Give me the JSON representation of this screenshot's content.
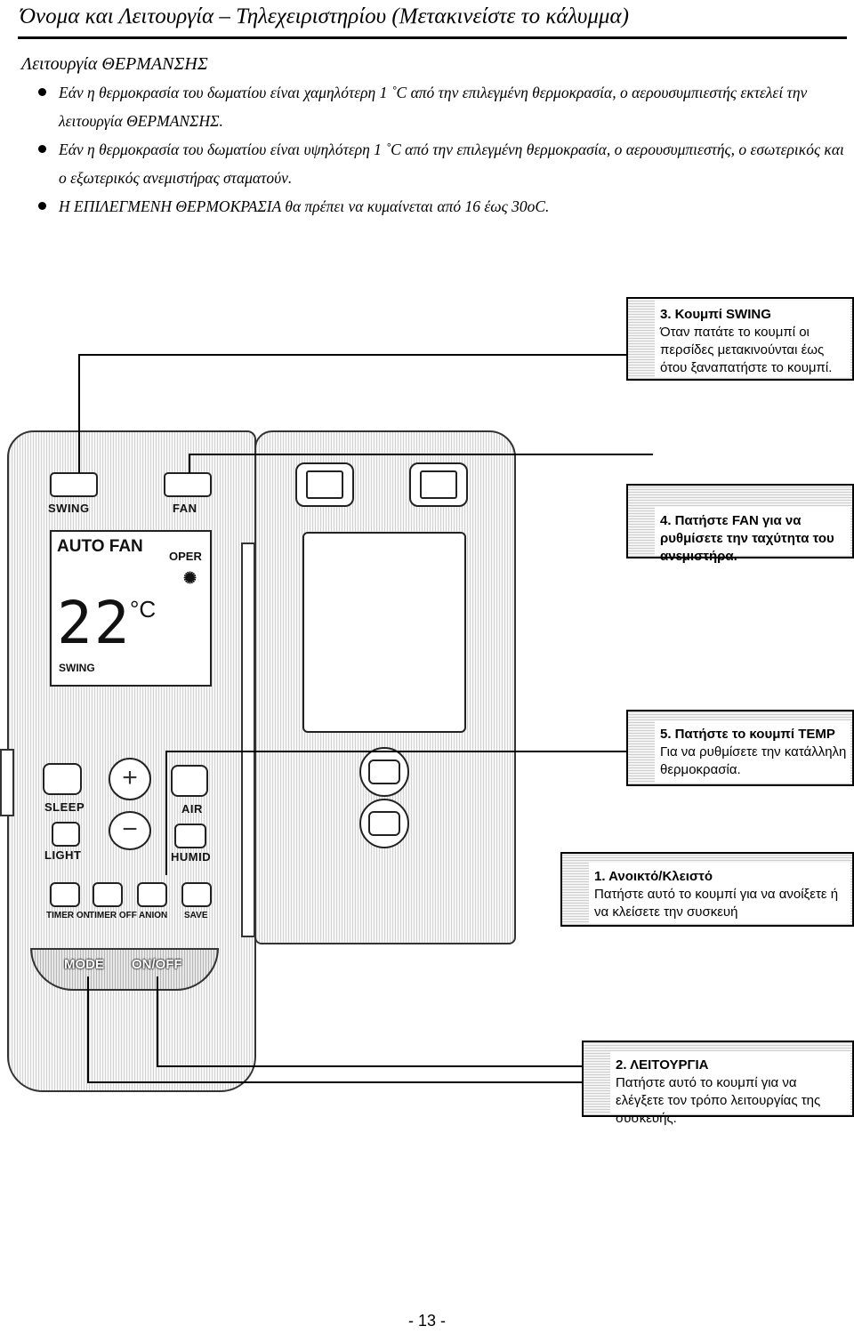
{
  "header": {
    "title": "Όνομα και Λειτουργία – Τηλεχειριστηρίου (Μετακινείστε το κάλυμμα)",
    "subtitle": "Λειτουργία ΘΕΡΜΑΝΣΗΣ"
  },
  "bullets": [
    "Εάν η θερμοκρασία του δωματίου είναι χαμηλότερη 1 ˚C από την επιλεγμένη θερμοκρασία, ο αερουσυμπιεστής εκτελεί την λειτουργία ΘΕΡΜΑΝΣΗΣ.",
    "Εάν η θερμοκρασία του δωματίου είναι υψηλότερη 1 ˚C από την επιλεγμένη θερμοκρασία, ο αερουσυμπιεστής, ο εσωτερικός και ο εξωτερικός ανεμιστήρας σταματούν.",
    "Η ΕΠΙΛΕΓΜΕΝΗ ΘΕΡΜΟΚΡΑΣΙΑ θα πρέπει να κυμαίνεται από 16 έως 30oC."
  ],
  "remote": {
    "buttons": {
      "swing": "SWING",
      "fan": "FAN",
      "sleep": "SLEEP",
      "air": "AIR",
      "light": "LIGHT",
      "humid": "HUMID",
      "timer_on": "TIMER ON",
      "timer_off": "TIMER OFF",
      "anion": "ANION",
      "save": "SAVE",
      "mode": "MODE",
      "on_off": "ON/OFF",
      "plus": "+",
      "minus": "−"
    },
    "display": {
      "fan_mode": "AUTO FAN",
      "oper": "OPER",
      "temperature": "22",
      "unit": "°C",
      "swing": "SWING"
    }
  },
  "callouts": {
    "swing": {
      "heading": "3. Κουμπί SWING",
      "text": "Όταν πατάτε το κουμπί οι περσίδες μετακινούνται έως ότου ξαναπατήστε το κουμπί."
    },
    "fan": {
      "heading": "4. Πατήστε FAN για να ρυθμίσετε την ταχύτητα του ανεμιστήρα."
    },
    "temp": {
      "heading": "5. Πατήστε το κουμπί TEMP",
      "text": "Για να ρυθμίσετε την κατάλληλη θερμοκρασία."
    },
    "onoff": {
      "heading": "1. Ανοικτό/Κλειστό",
      "text": "Πατήστε αυτό το κουμπί για να ανοίξετε ή να κλείσετε την συσκευή"
    },
    "mode": {
      "heading": "2. ΛΕΙΤΟΥΡΓΙΑ",
      "text": "Πατήστε αυτό το κουμπί για να ελέγξετε τον τρόπο λειτουργίας της συσκευής."
    }
  },
  "footer": {
    "page_number": "- 13 -"
  }
}
